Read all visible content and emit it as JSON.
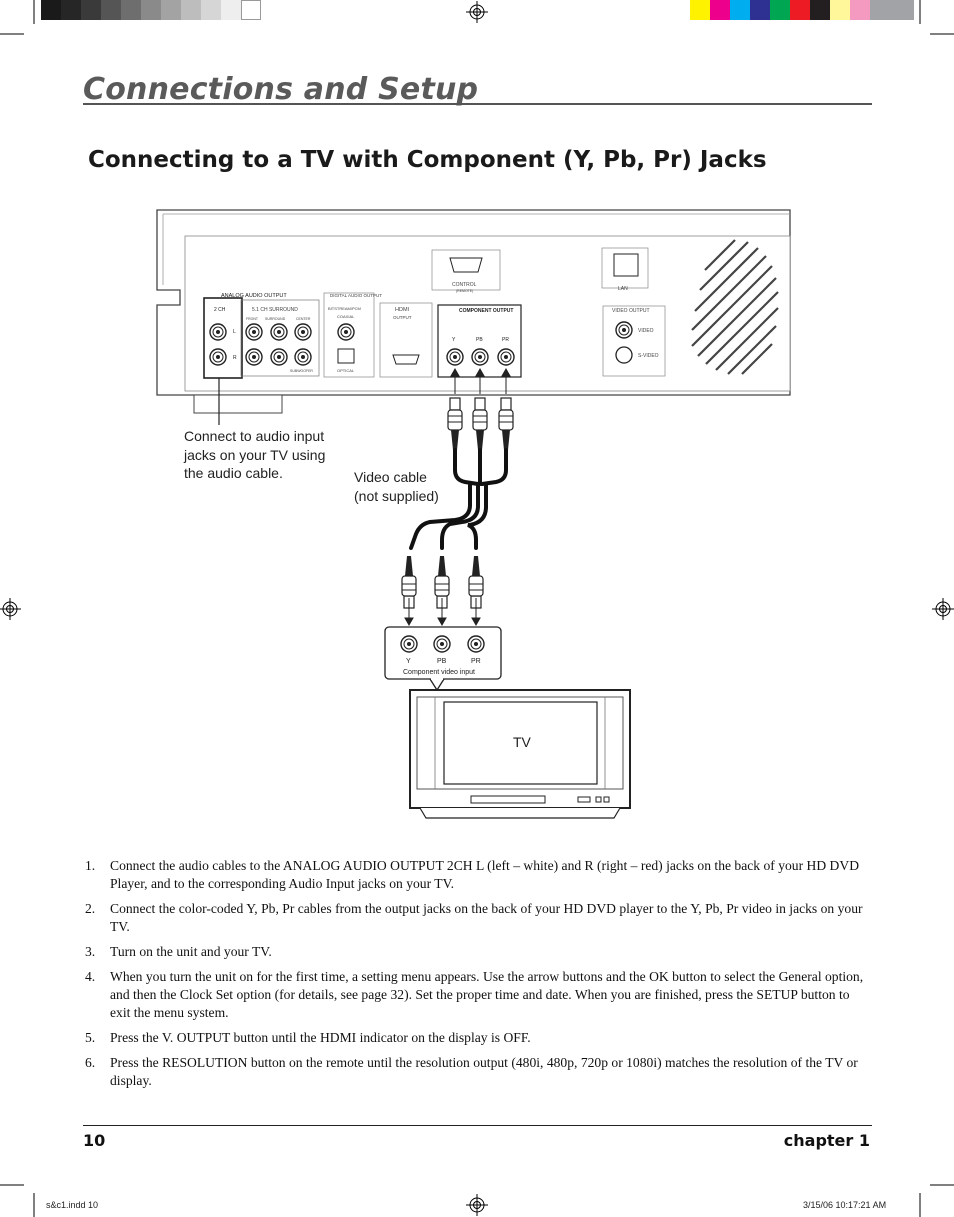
{
  "header": {
    "section_title": "Connections and Setup",
    "page_title": "Connecting to a TV with Component (Y, Pb, Pr) Jacks"
  },
  "diagram": {
    "player_labels": {
      "analog_audio_output": "ANALOG AUDIO OUTPUT",
      "ch2": "2 CH",
      "ch51": "5.1 CH  SURROUND",
      "front": "FRONT",
      "surround": "SURROUND",
      "center": "CENTER",
      "subwoofer": "SUBWOOFER",
      "left": "L",
      "right": "R",
      "digital_audio_output": "DIGITAL AUDIO OUTPUT",
      "bitstream": "BITSTREAM/PCM",
      "coaxial": "COAXIAL",
      "optical": "OPTICAL",
      "hdmi": "HDMI",
      "hdmi_output": "OUTPUT",
      "control": "CONTROL",
      "control_sub": "(REMOTE)",
      "component_output": "COMPONENT OUTPUT",
      "y": "Y",
      "pb": "PB",
      "pr": "PR",
      "lan": "LAN",
      "video_output": "VIDEO OUTPUT",
      "video": "VIDEO",
      "svideo": "S-VIDEO"
    },
    "audio_callout": "Connect to audio input jacks on your TV using the audio cable.",
    "cable_label_line1": "Video cable",
    "cable_label_line2": "(not supplied)",
    "tv_input": {
      "y": "Y",
      "pb": "PB",
      "pr": "PR",
      "caption": "Component video input"
    },
    "tv_label": "TV"
  },
  "steps": [
    {
      "num": "1.",
      "text": "Connect the audio cables to the ANALOG AUDIO OUTPUT 2CH L (left – white) and R (right – red) jacks on the back of your HD DVD Player, and to the corresponding Audio Input jacks on your TV."
    },
    {
      "num": "2.",
      "text": "Connect the color-coded Y, Pb, Pr cables from the output jacks on the back of your HD DVD player to the Y, Pb, Pr video in jacks on your TV."
    },
    {
      "num": "3.",
      "text": "Turn on the unit and your TV."
    },
    {
      "num": "4.",
      "text": "When you turn the unit on for the first time, a setting menu appears. Use the arrow buttons and the OK button to select the General option, and then the Clock Set option (for details, see page 32). Set the proper time and date.  When you are finished, press the SETUP button to exit the menu system."
    },
    {
      "num": "5.",
      "text": "Press the V. OUTPUT button until the HDMI indicator on the display is OFF."
    },
    {
      "num": "6.",
      "text": "Press the RESOLUTION button on the remote until the resolution output (480i, 480p, 720p or 1080i) matches the resolution of the TV or display."
    }
  ],
  "footer": {
    "page_number": "10",
    "chapter": "chapter 1",
    "slug_left": "s&c1.indd   10",
    "slug_right": "3/15/06   10:17:21 AM"
  },
  "colors": {
    "gray_bar": [
      "#1a1a1a",
      "#262626",
      "#3a3a3a",
      "#555555",
      "#6e6e6e",
      "#8a8a8a",
      "#a3a3a3",
      "#bdbdbd",
      "#d6d6d6",
      "#eeeeee",
      "#ffffff"
    ],
    "color_bar": [
      "#fff200",
      "#ec008c",
      "#00aeef",
      "#2e3192",
      "#00a651",
      "#ed1c24",
      "#231f20",
      "#fff799",
      "#f49ac1",
      "#a1a3a6"
    ]
  }
}
